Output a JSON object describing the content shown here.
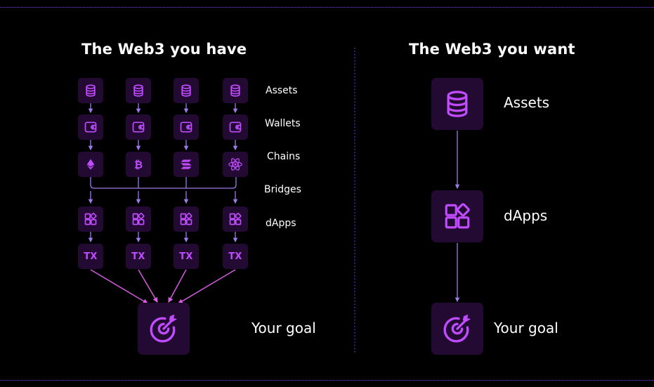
{
  "left": {
    "title": "The Web3 you have",
    "rows": {
      "assets": "Assets",
      "wallets": "Wallets",
      "chains": "Chains",
      "bridges": "Bridges",
      "dapps": "dApps"
    },
    "tx_label": "TX",
    "chain_icons": [
      "ethereum-icon",
      "bitcoin-icon",
      "solana-icon",
      "cosmos-icon"
    ],
    "goal_label": "Your goal"
  },
  "right": {
    "title": "The Web3 you want",
    "assets": "Assets",
    "dapps": "dApps",
    "goal_label": "Your goal"
  },
  "colors": {
    "background": "#000000",
    "tile": "#230a33",
    "icon": "#c04bff",
    "arrow": "#9f7aea",
    "pink_arrow": "#d65ce0",
    "divider": "#7c3aed"
  }
}
